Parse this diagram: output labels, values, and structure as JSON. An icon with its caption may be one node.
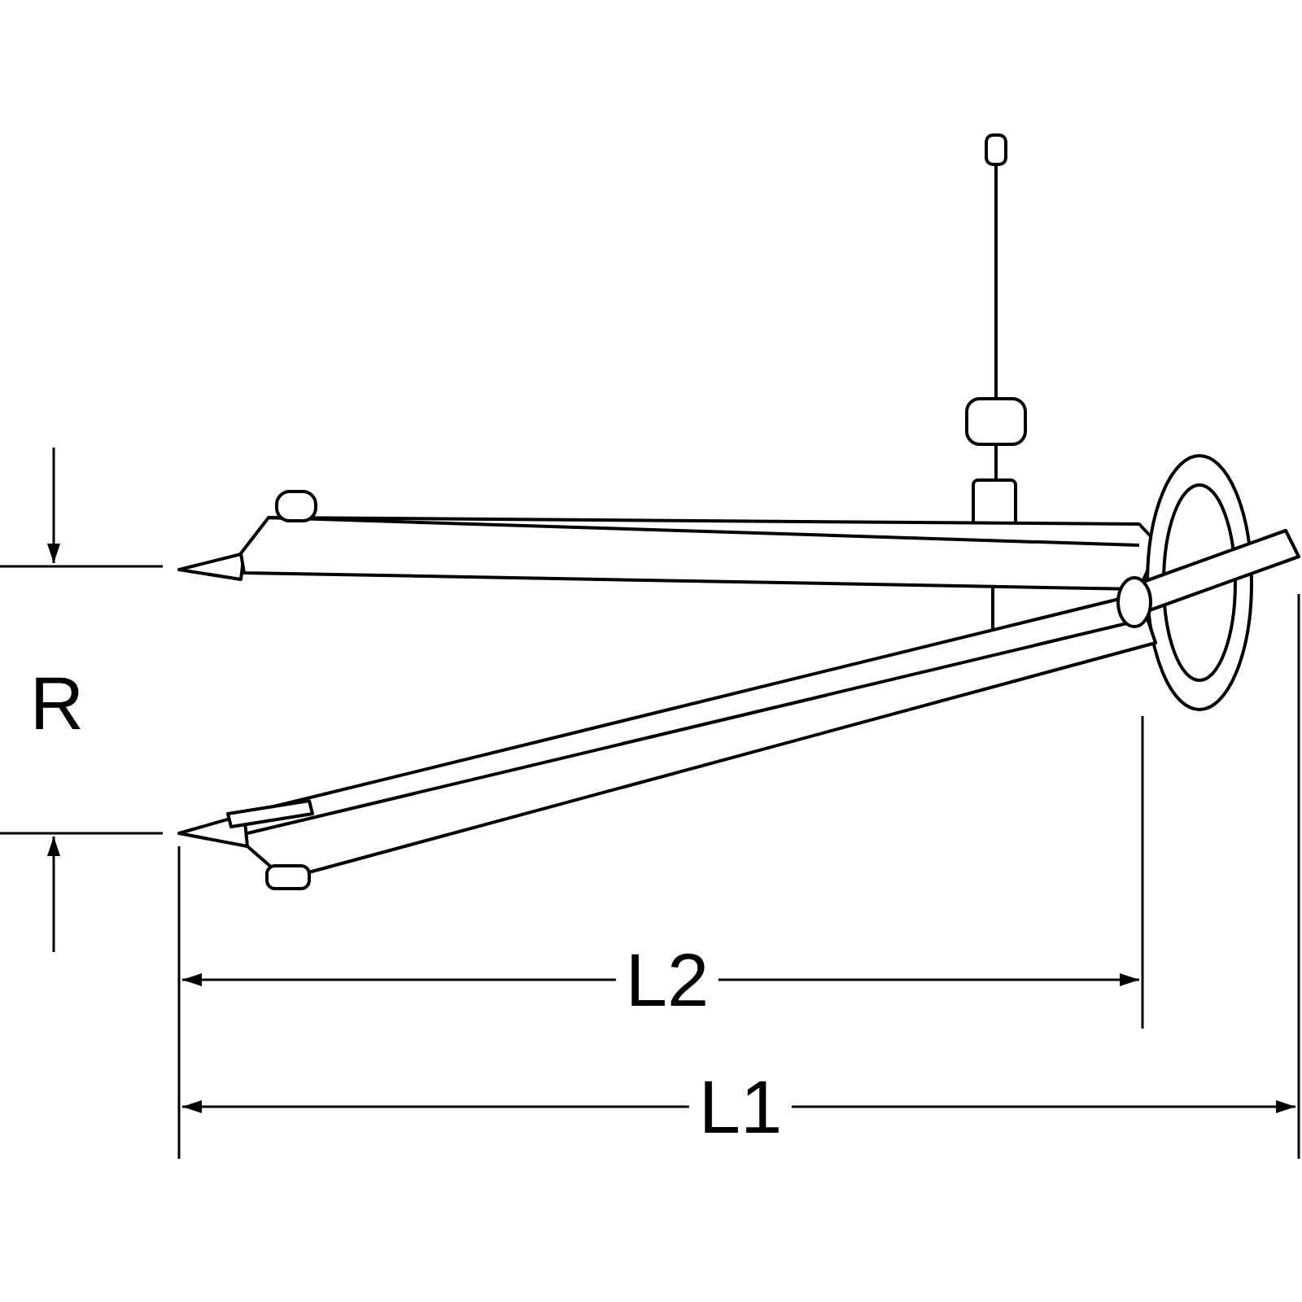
{
  "diagram": {
    "labels": [
      "R",
      "L2",
      "L1"
    ]
  }
}
